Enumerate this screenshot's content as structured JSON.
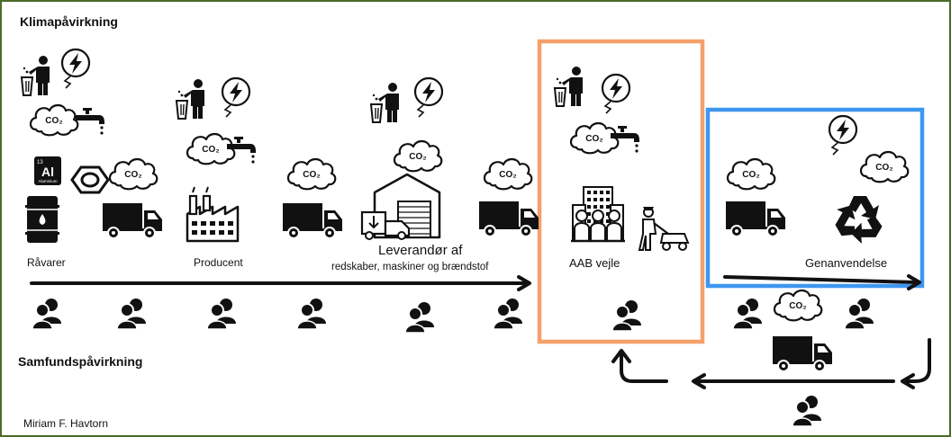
{
  "labels": {
    "climate_heading": "Klimapåvirkning",
    "society_heading": "Samfundspåvirkning",
    "raw_materials": "Råvarer",
    "producer": "Producent",
    "supplier_line1": "Leverandør af",
    "supplier_line2": "redskaber, maskiner og brændstof",
    "aab_vejle": "AAB vejle",
    "recycling": "Genanvendelse",
    "author": "Miriam F. Havtorn",
    "al_symbol": "Al",
    "al_number": "13",
    "al_name": "Aluminium",
    "co2": "CO₂"
  },
  "colors": {
    "aab_frame": "#f5a06b",
    "recycling_frame": "#3e97f0",
    "border": "#4b6b2a",
    "ink": "#111111"
  },
  "icons": [
    "trash-person-icon",
    "electricity-icon",
    "co2-cloud-icon",
    "water-tap-icon",
    "aluminium-icon",
    "hex-nut-icon",
    "oil-barrel-icon",
    "truck-icon",
    "factory-icon",
    "warehouse-icon",
    "city-building-icon",
    "lawn-mower-icon",
    "recycle-icon",
    "people-icon",
    "arrow-icon"
  ]
}
